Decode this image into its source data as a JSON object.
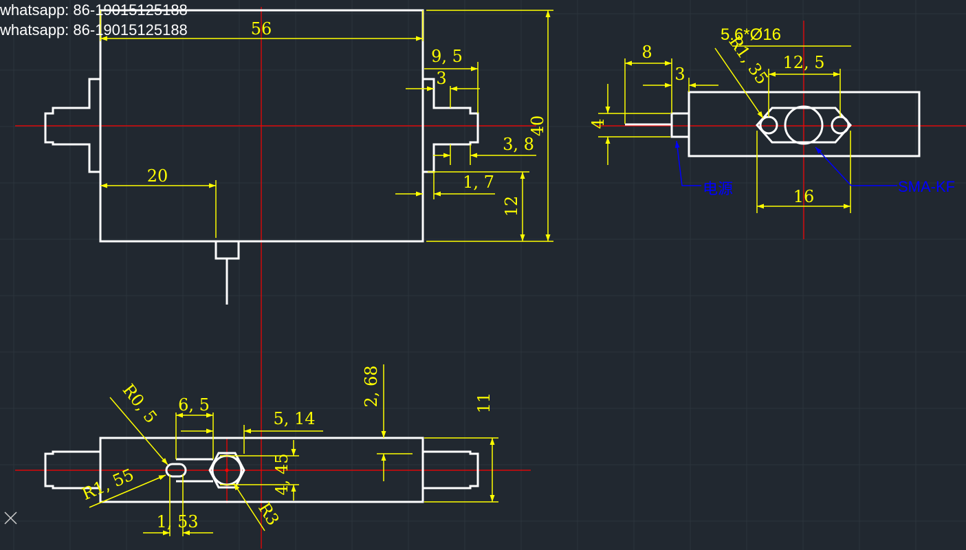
{
  "watermark": [
    "whatsapp: 86-19015125188",
    "whatsapp: 86-19015125188"
  ],
  "labels": {
    "d56": "56",
    "d9_5": "9, 5",
    "d3_front": "3",
    "d40": "40",
    "d3_8": "3, 8",
    "d1_7": "1, 7",
    "d20": "20",
    "d12": "12",
    "hole_spec": "5.6*Ø16",
    "d8": "8",
    "d3_side": "3",
    "r1_35": "R1, 35",
    "d12_5": "12, 5",
    "d4": "4",
    "d16": "16",
    "note_power": "电源",
    "note_sma": "SMA-KF",
    "r0_5": "R0, 5",
    "d6_5": "6, 5",
    "d5_14": "5, 14",
    "d2_68": "2, 68",
    "d11": "11",
    "r1_55": "R1, 55",
    "d4_45": "4, 45",
    "r3": "R3",
    "d1_53": "1, 53"
  },
  "colors": {
    "background": "#212830",
    "outline": "#ffffff",
    "dimension": "#ffff00",
    "centerline": "#ff0000",
    "note": "#0000ff"
  }
}
